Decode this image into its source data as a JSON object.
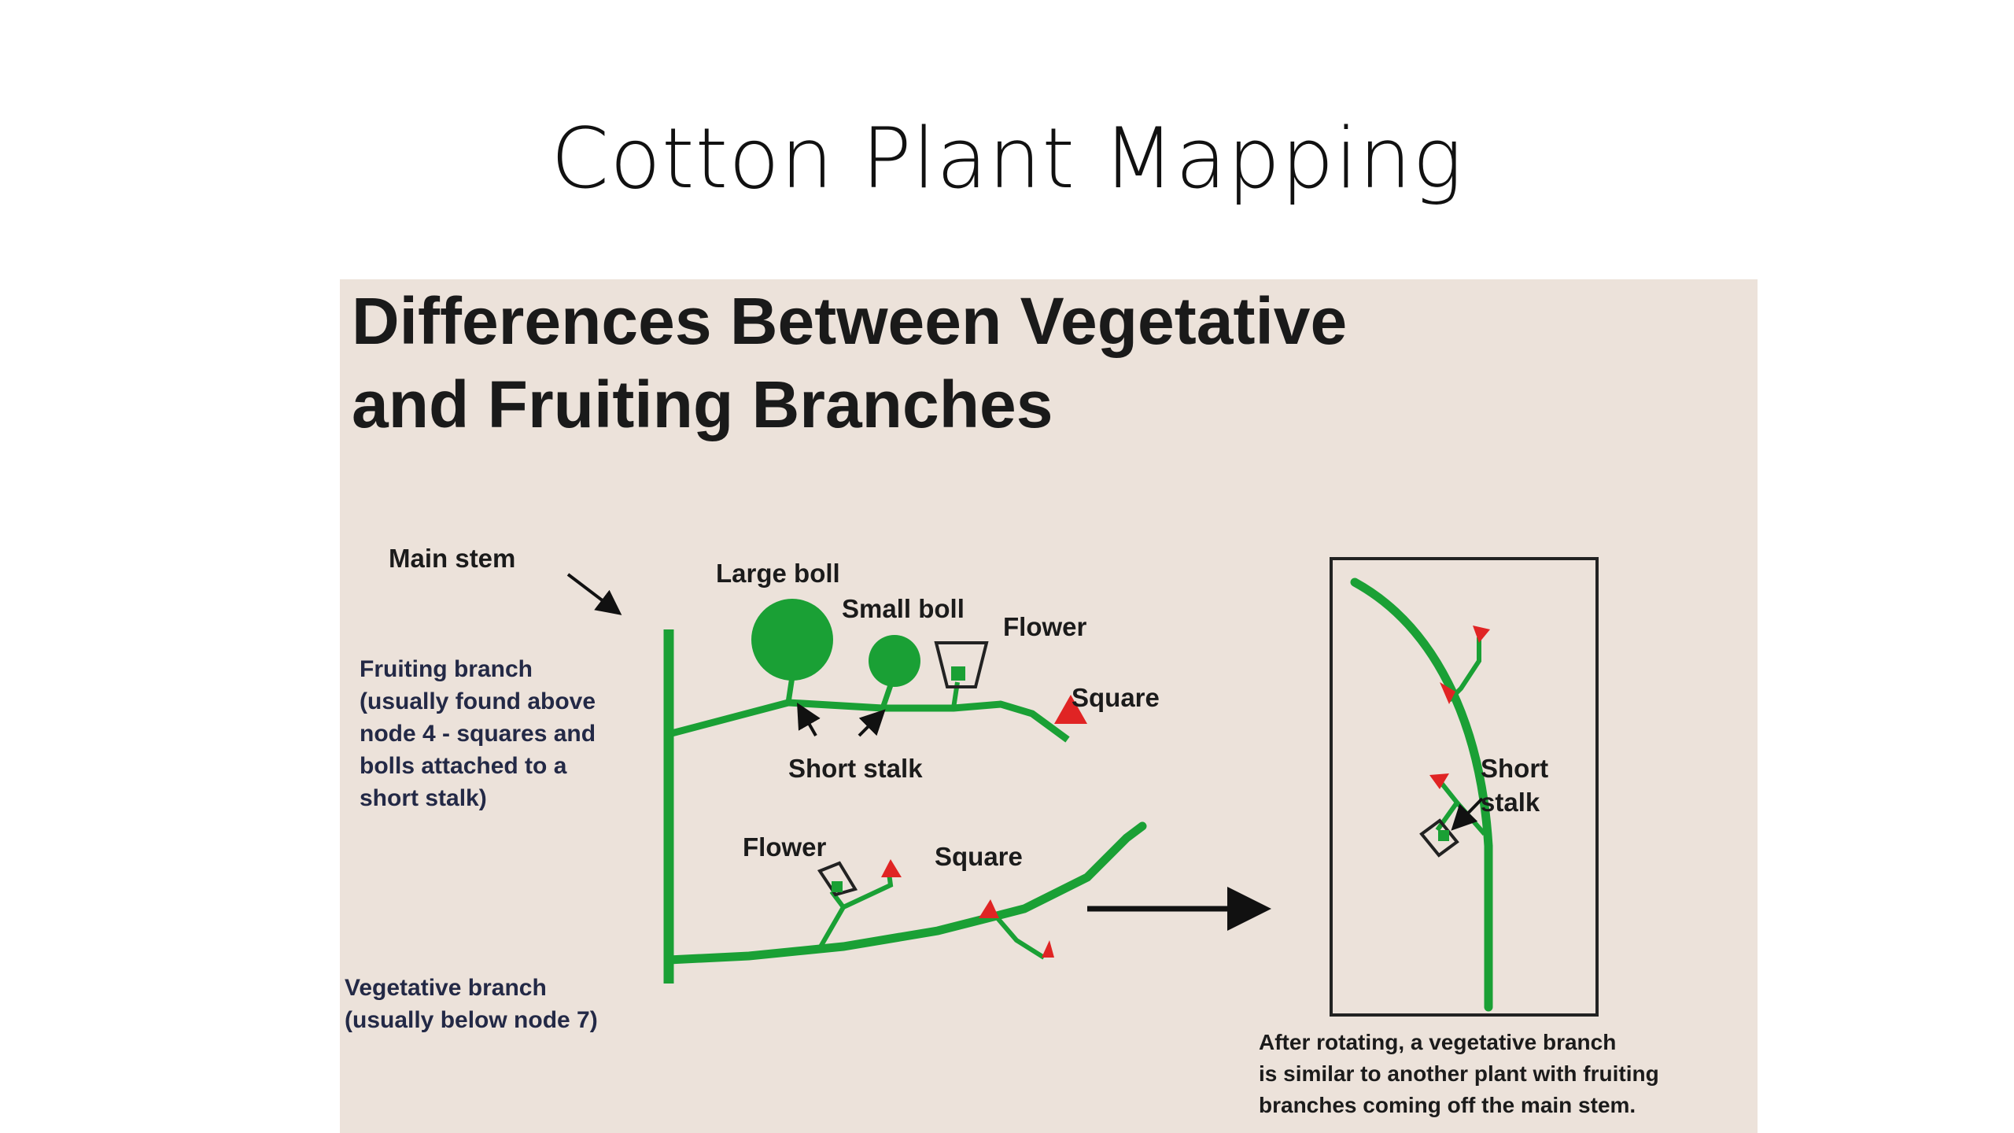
{
  "slide": {
    "title": "Cotton Plant Mapping"
  },
  "figure": {
    "title_line1": "Differences Between Vegetative",
    "title_line2": "and Fruiting Branches",
    "labels": {
      "main_stem": "Main stem",
      "large_boll": "Large boll",
      "small_boll": "Small boll",
      "flower_top": "Flower",
      "square_top": "Square",
      "short_stalk": "Short stalk",
      "fruiting_branch": [
        "Fruiting branch",
        "(usually found above",
        "node 4 - squares and",
        "bolls attached to a",
        "short stalk)"
      ],
      "flower_bottom": "Flower",
      "square_bottom": "Square",
      "vegetative_branch": [
        "Vegetative branch",
        "(usually below node 7)"
      ],
      "short_stalk_box": [
        "Short",
        "stalk"
      ],
      "caption": [
        "After rotating, a vegetative branch",
        "is similar to another plant with fruiting",
        "branches coming off the main stem."
      ]
    },
    "colors": {
      "plant_green": "#1aa035",
      "square_red": "#e02424",
      "background": "#ece2da"
    }
  }
}
